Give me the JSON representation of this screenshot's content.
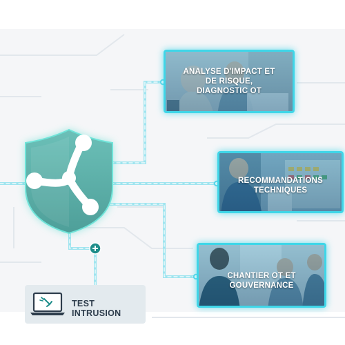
{
  "nodes": {
    "analyse": {
      "label": "ANALYSE D'IMPACT ET\nDE RISQUE,\nDIAGNOSTIC OT"
    },
    "recommandations": {
      "label": "RECOMMANDATIONS\nTECHNIQUES"
    },
    "chantier": {
      "label": "CHANTIER OT ET\nGOUVERNANCE"
    },
    "test_intrusion": {
      "label": "TEST INTRUSION"
    }
  },
  "colors": {
    "accent": "#3fd6e8",
    "shield": "#5fb2ab",
    "line": "#8fdcec",
    "plus_button": "#1e8d8a"
  },
  "icons": {
    "shield": "shield-x-logo-icon",
    "laptop": "laptop-icon",
    "plus": "plus-icon"
  }
}
